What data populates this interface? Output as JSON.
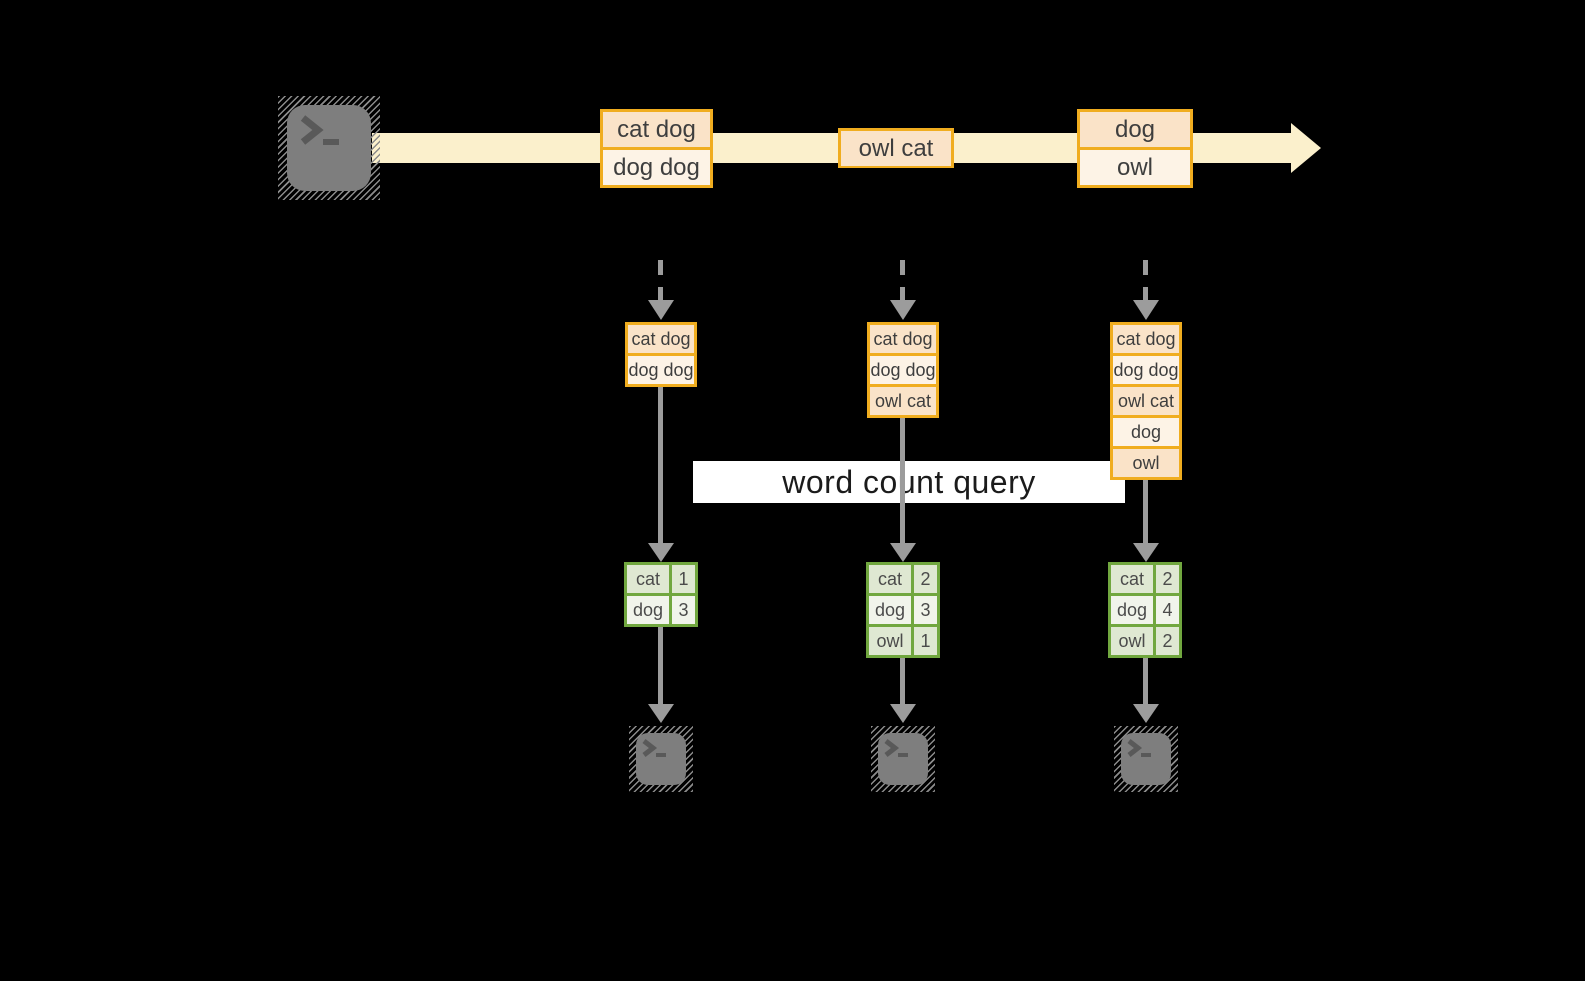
{
  "diagram": {
    "type": "stream-word-count-flow",
    "banner": {
      "label": "word count query"
    },
    "colors": {
      "background": "#000000",
      "stream_band": "#FBF0CC",
      "box_border": "#F0AD1F",
      "box_fill_peach": "#FAE3C8",
      "box_fill_cream": "#FDF3E6",
      "table_border": "#71A73F",
      "table_fill_dark": "#DFE8D2",
      "table_fill_light": "#F1F4EB",
      "arrow_gray": "#9C9C9C",
      "terminal_gray": "#7E7E7E",
      "banner_bg": "#FFFFFF"
    },
    "source_icon": "terminal-icon",
    "sink_icon": "terminal-icon",
    "stream": {
      "batches": [
        {
          "cells": [
            "cat dog",
            "dog dog"
          ]
        },
        {
          "cells": [
            "owl cat"
          ]
        },
        {
          "cells": [
            "dog",
            "owl"
          ]
        }
      ]
    },
    "columns": [
      {
        "buffer": [
          "cat dog",
          "dog dog"
        ],
        "counts": [
          {
            "word": "cat",
            "count": "1"
          },
          {
            "word": "dog",
            "count": "3"
          }
        ]
      },
      {
        "buffer": [
          "cat dog",
          "dog dog",
          "owl cat"
        ],
        "counts": [
          {
            "word": "cat",
            "count": "2"
          },
          {
            "word": "dog",
            "count": "3"
          },
          {
            "word": "owl",
            "count": "1"
          }
        ]
      },
      {
        "buffer": [
          "cat dog",
          "dog dog",
          "owl cat",
          "dog",
          "owl"
        ],
        "counts": [
          {
            "word": "cat",
            "count": "2"
          },
          {
            "word": "dog",
            "count": "4"
          },
          {
            "word": "owl",
            "count": "2"
          }
        ]
      }
    ]
  }
}
